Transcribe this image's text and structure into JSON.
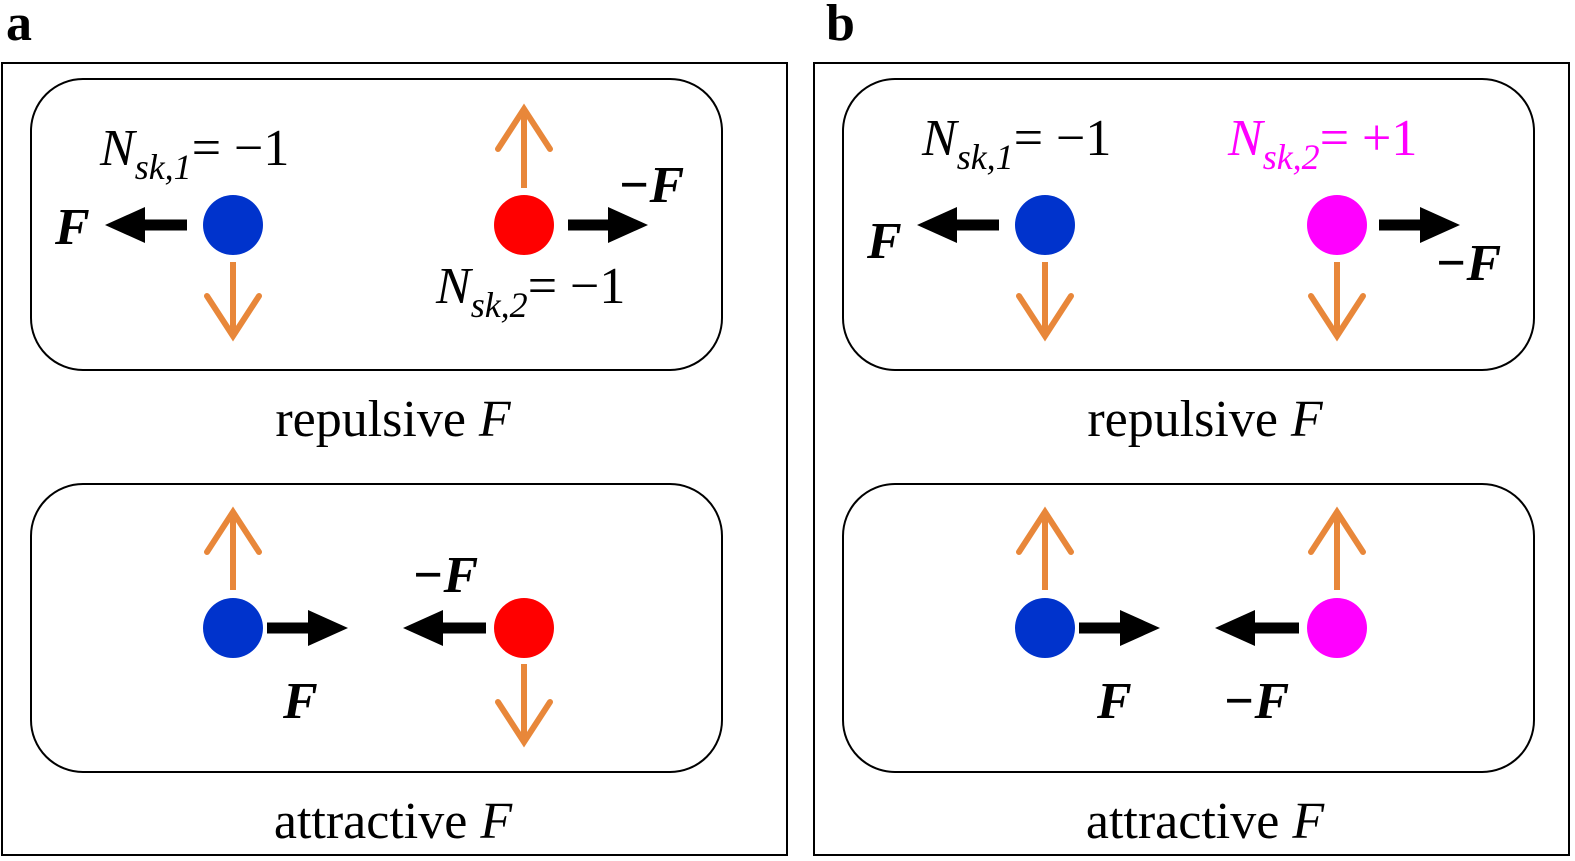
{
  "panels": [
    {
      "letter": "a",
      "top_box": {
        "caption_word": "repulsive",
        "caption_var": "F",
        "skyrmion1": {
          "color": "#0033cc",
          "label_main": "N",
          "label_sub": "sk,1",
          "label_eq": "= −1",
          "force_label": "F",
          "velocity_dir": "down",
          "force_dir": "left"
        },
        "skyrmion2": {
          "color": "#ff0000",
          "label_main": "N",
          "label_sub": "sk,2",
          "label_eq": "= −1",
          "label_color": "#000000",
          "force_label": "−F",
          "velocity_dir": "up",
          "force_dir": "right"
        }
      },
      "bottom_box": {
        "caption_word": "attractive",
        "caption_var": "F",
        "skyrmion1": {
          "color": "#0033cc",
          "force_label": "F",
          "velocity_dir": "up",
          "force_dir": "right"
        },
        "skyrmion2": {
          "color": "#ff0000",
          "force_label": "−F",
          "velocity_dir": "down",
          "force_dir": "left"
        }
      }
    },
    {
      "letter": "b",
      "top_box": {
        "caption_word": "repulsive",
        "caption_var": "F",
        "skyrmion1": {
          "color": "#0033cc",
          "label_main": "N",
          "label_sub": "sk,1",
          "label_eq": "= −1",
          "force_label": "F",
          "velocity_dir": "down",
          "force_dir": "left"
        },
        "skyrmion2": {
          "color": "#ff00ff",
          "label_main": "N",
          "label_sub": "sk,2",
          "label_eq": "= +1",
          "label_color": "#ff00ff",
          "force_label": "−F",
          "velocity_dir": "down",
          "force_dir": "right"
        }
      },
      "bottom_box": {
        "caption_word": "attractive",
        "caption_var": "F",
        "skyrmion1": {
          "color": "#0033cc",
          "force_label": "F",
          "velocity_dir": "up",
          "force_dir": "right"
        },
        "skyrmion2": {
          "color": "#ff00ff",
          "force_label": "−F",
          "velocity_dir": "up",
          "force_dir": "left"
        }
      }
    }
  ],
  "colors": {
    "velocity_arrow": "#e8873a",
    "force_arrow": "#000000",
    "frame": "#000000"
  }
}
